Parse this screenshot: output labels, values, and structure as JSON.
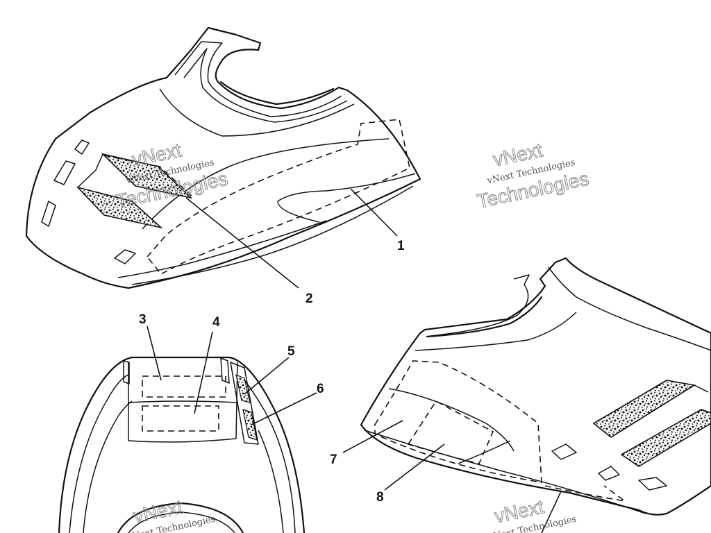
{
  "diagram": {
    "callouts": [
      "1",
      "2",
      "3",
      "4",
      "5",
      "6",
      "7",
      "8"
    ],
    "watermark": {
      "line1": "vNext",
      "line2": "vNext Technologies",
      "line3": "Technologies"
    }
  }
}
